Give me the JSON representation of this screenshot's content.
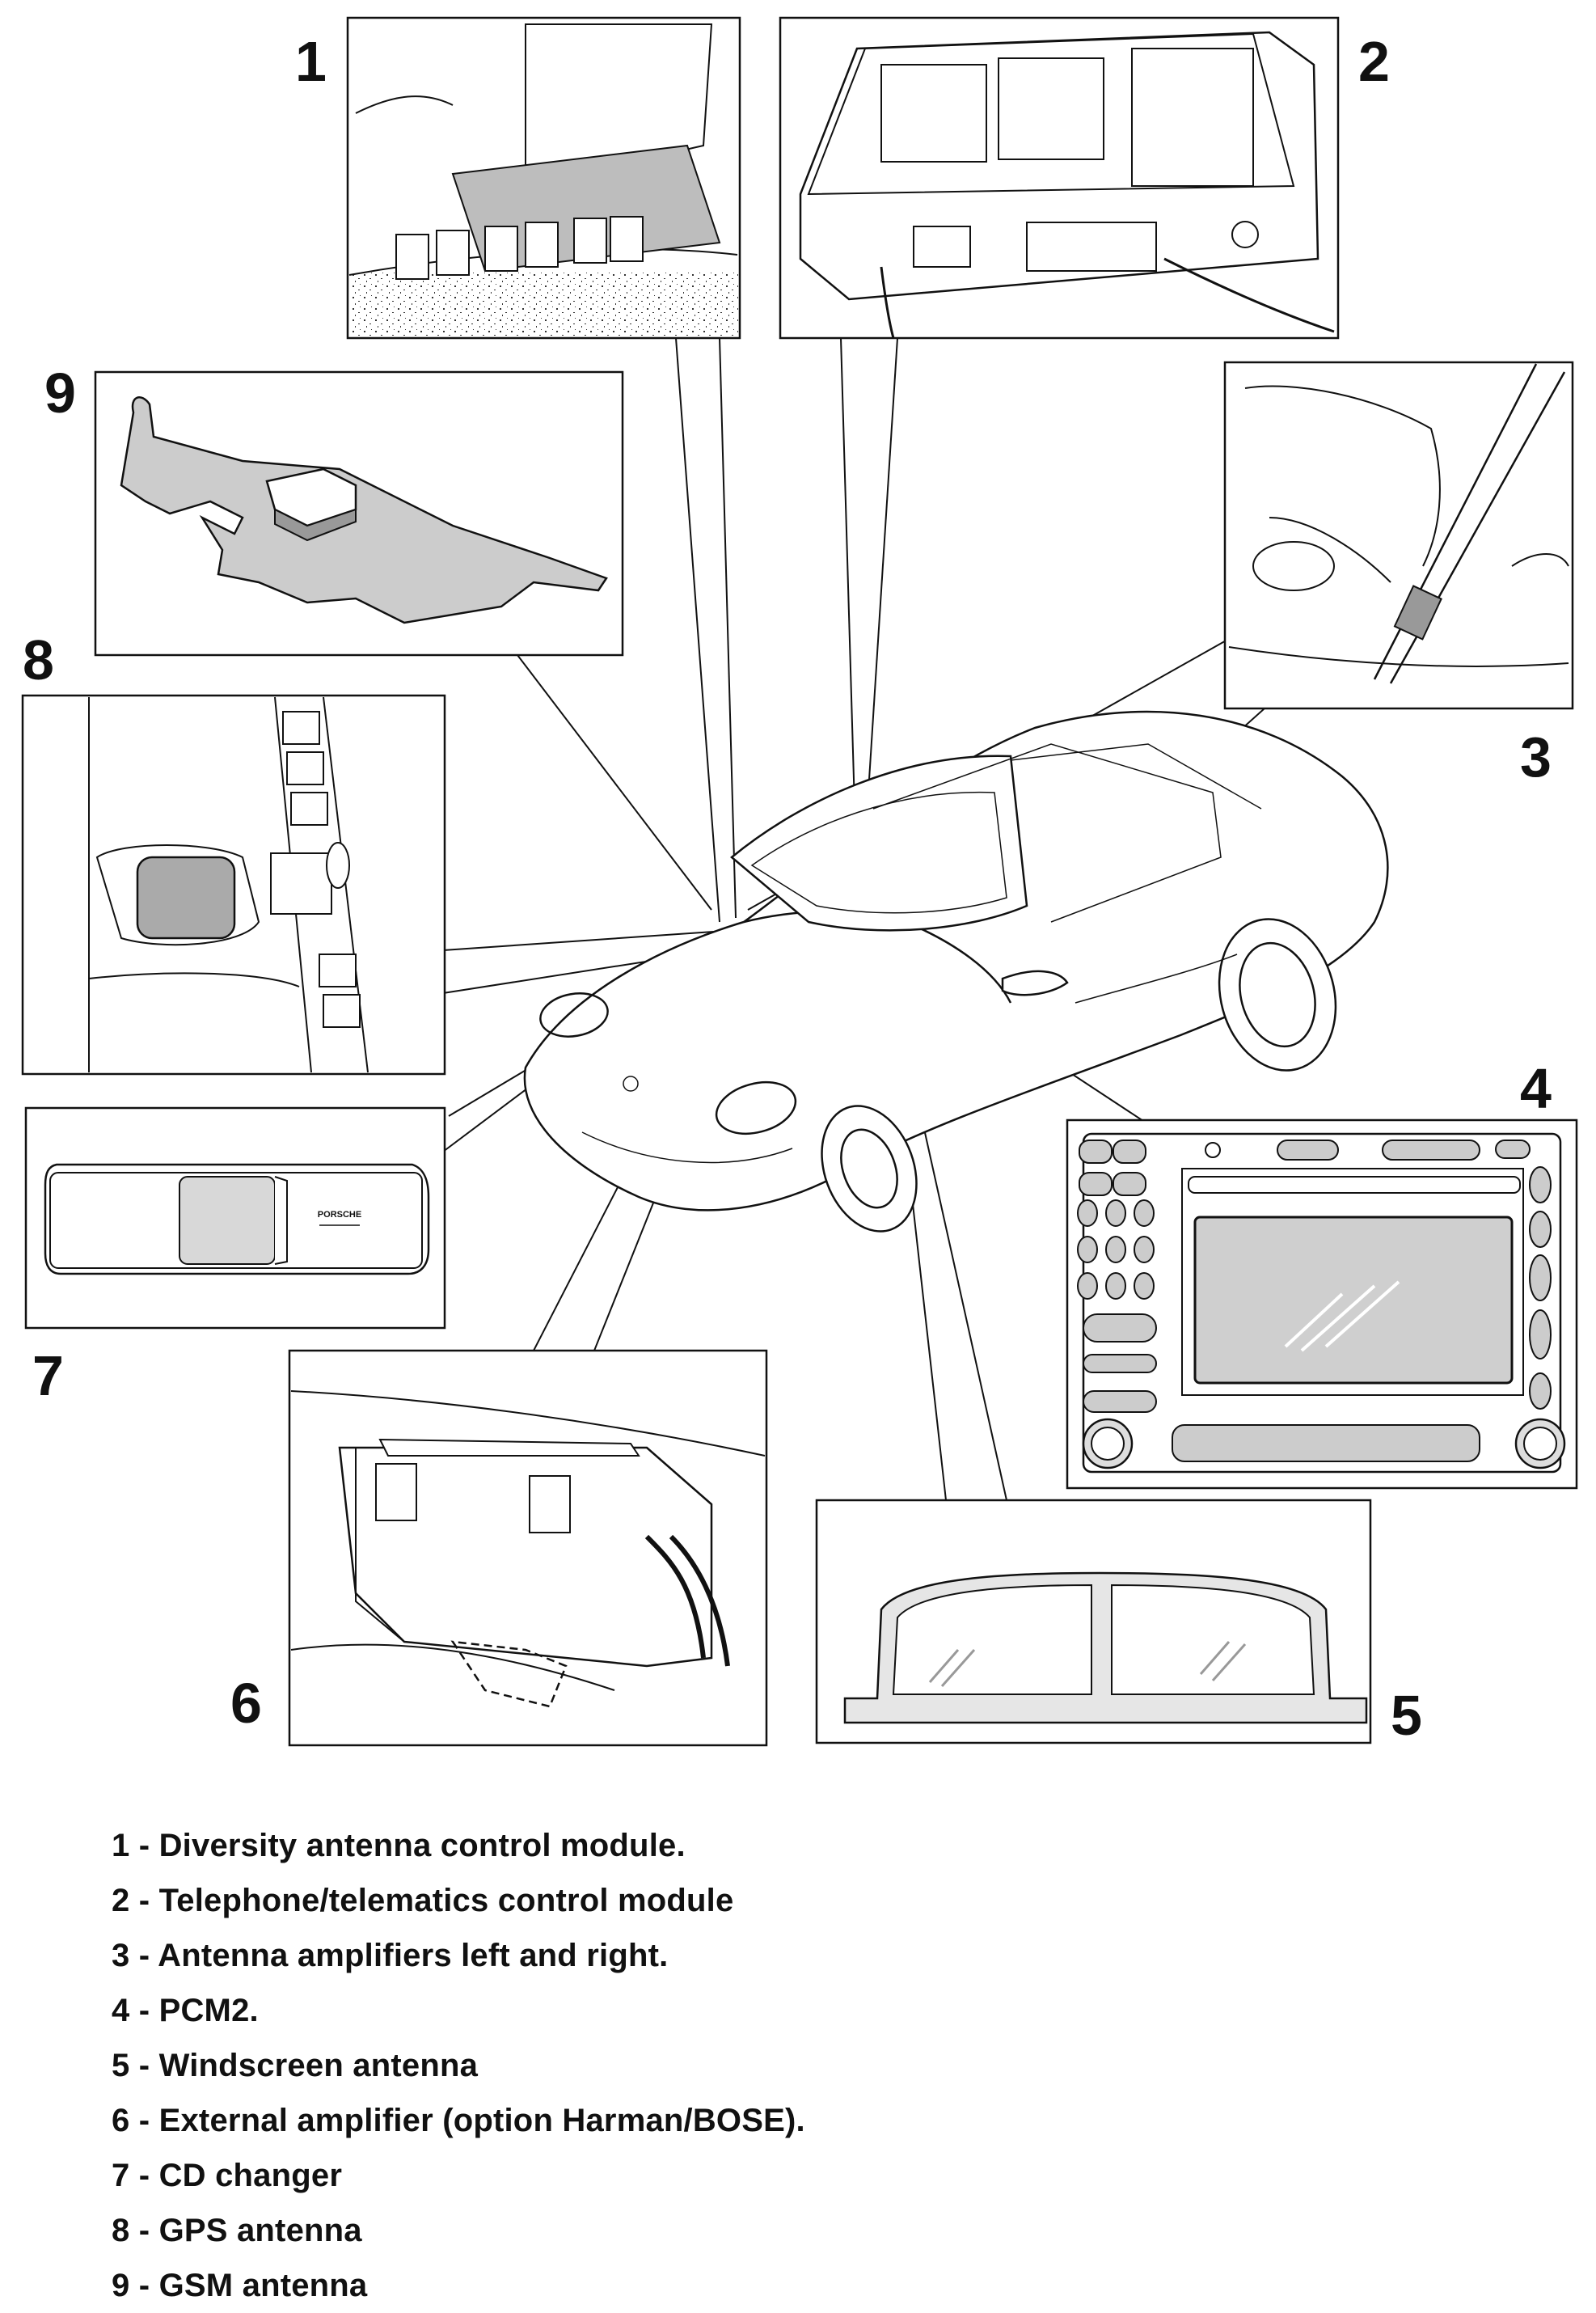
{
  "callouts": [
    {
      "num": "1"
    },
    {
      "num": "2"
    },
    {
      "num": "3"
    },
    {
      "num": "4"
    },
    {
      "num": "5"
    },
    {
      "num": "6"
    },
    {
      "num": "7"
    },
    {
      "num": "8"
    },
    {
      "num": "9"
    }
  ],
  "cd_brand": "PORSCHE",
  "legend": [
    "1 - Diversity antenna control module.",
    "2 - Telephone/telematics control module",
    "3 - Antenna amplifiers left and right.",
    "4 - PCM2.",
    "5 - Windscreen antenna",
    "6 - External amplifier (option Harman/BOSE).",
    "7 - CD changer",
    "8 - GPS antenna",
    "9 - GSM antenna"
  ]
}
